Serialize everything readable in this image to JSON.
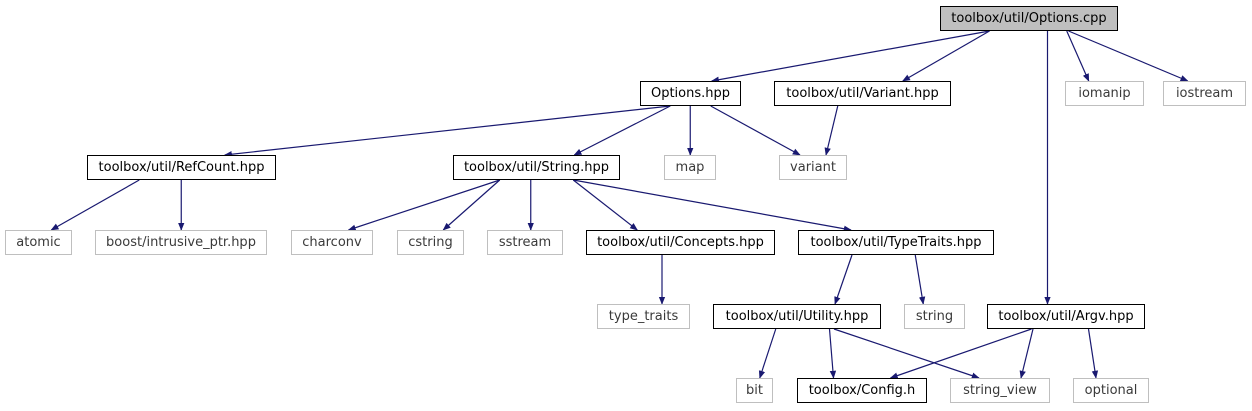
{
  "colors": {
    "edge": "#191970",
    "root_fill": "#bfbfbf",
    "project_border": "#000000",
    "system_border": "#bfbfbf"
  },
  "nodes": {
    "options_cpp": {
      "label": "toolbox/util/Options.cpp",
      "kind": "root"
    },
    "options_hpp": {
      "label": "Options.hpp",
      "kind": "project"
    },
    "variant_hpp": {
      "label": "toolbox/util/Variant.hpp",
      "kind": "project"
    },
    "iomanip": {
      "label": "iomanip",
      "kind": "system"
    },
    "iostream": {
      "label": "iostream",
      "kind": "system"
    },
    "refcount_hpp": {
      "label": "toolbox/util/RefCount.hpp",
      "kind": "project"
    },
    "string_hpp": {
      "label": "toolbox/util/String.hpp",
      "kind": "project"
    },
    "map": {
      "label": "map",
      "kind": "system"
    },
    "variant": {
      "label": "variant",
      "kind": "system"
    },
    "atomic": {
      "label": "atomic",
      "kind": "system"
    },
    "intrusive_ptr": {
      "label": "boost/intrusive_ptr.hpp",
      "kind": "system"
    },
    "charconv": {
      "label": "charconv",
      "kind": "system"
    },
    "cstring": {
      "label": "cstring",
      "kind": "system"
    },
    "sstream": {
      "label": "sstream",
      "kind": "system"
    },
    "concepts_hpp": {
      "label": "toolbox/util/Concepts.hpp",
      "kind": "project"
    },
    "typetraits_hpp": {
      "label": "toolbox/util/TypeTraits.hpp",
      "kind": "project"
    },
    "type_traits": {
      "label": "type_traits",
      "kind": "system"
    },
    "utility_hpp": {
      "label": "toolbox/util/Utility.hpp",
      "kind": "project"
    },
    "string": {
      "label": "string",
      "kind": "system"
    },
    "argv_hpp": {
      "label": "toolbox/util/Argv.hpp",
      "kind": "project"
    },
    "bit": {
      "label": "bit",
      "kind": "system"
    },
    "config_h": {
      "label": "toolbox/Config.h",
      "kind": "project"
    },
    "string_view": {
      "label": "string_view",
      "kind": "system"
    },
    "optional": {
      "label": "optional",
      "kind": "system"
    }
  },
  "edges": [
    [
      "options_cpp",
      "options_hpp"
    ],
    [
      "options_cpp",
      "variant_hpp"
    ],
    [
      "options_cpp",
      "iomanip"
    ],
    [
      "options_cpp",
      "iostream"
    ],
    [
      "options_cpp",
      "argv_hpp"
    ],
    [
      "options_hpp",
      "refcount_hpp"
    ],
    [
      "options_hpp",
      "string_hpp"
    ],
    [
      "options_hpp",
      "map"
    ],
    [
      "options_hpp",
      "variant"
    ],
    [
      "variant_hpp",
      "variant"
    ],
    [
      "refcount_hpp",
      "atomic"
    ],
    [
      "refcount_hpp",
      "intrusive_ptr"
    ],
    [
      "string_hpp",
      "charconv"
    ],
    [
      "string_hpp",
      "cstring"
    ],
    [
      "string_hpp",
      "sstream"
    ],
    [
      "string_hpp",
      "concepts_hpp"
    ],
    [
      "string_hpp",
      "typetraits_hpp"
    ],
    [
      "concepts_hpp",
      "type_traits"
    ],
    [
      "typetraits_hpp",
      "utility_hpp"
    ],
    [
      "typetraits_hpp",
      "string"
    ],
    [
      "utility_hpp",
      "bit"
    ],
    [
      "utility_hpp",
      "config_h"
    ],
    [
      "utility_hpp",
      "string_view"
    ],
    [
      "argv_hpp",
      "config_h"
    ],
    [
      "argv_hpp",
      "string_view"
    ],
    [
      "argv_hpp",
      "optional"
    ]
  ]
}
